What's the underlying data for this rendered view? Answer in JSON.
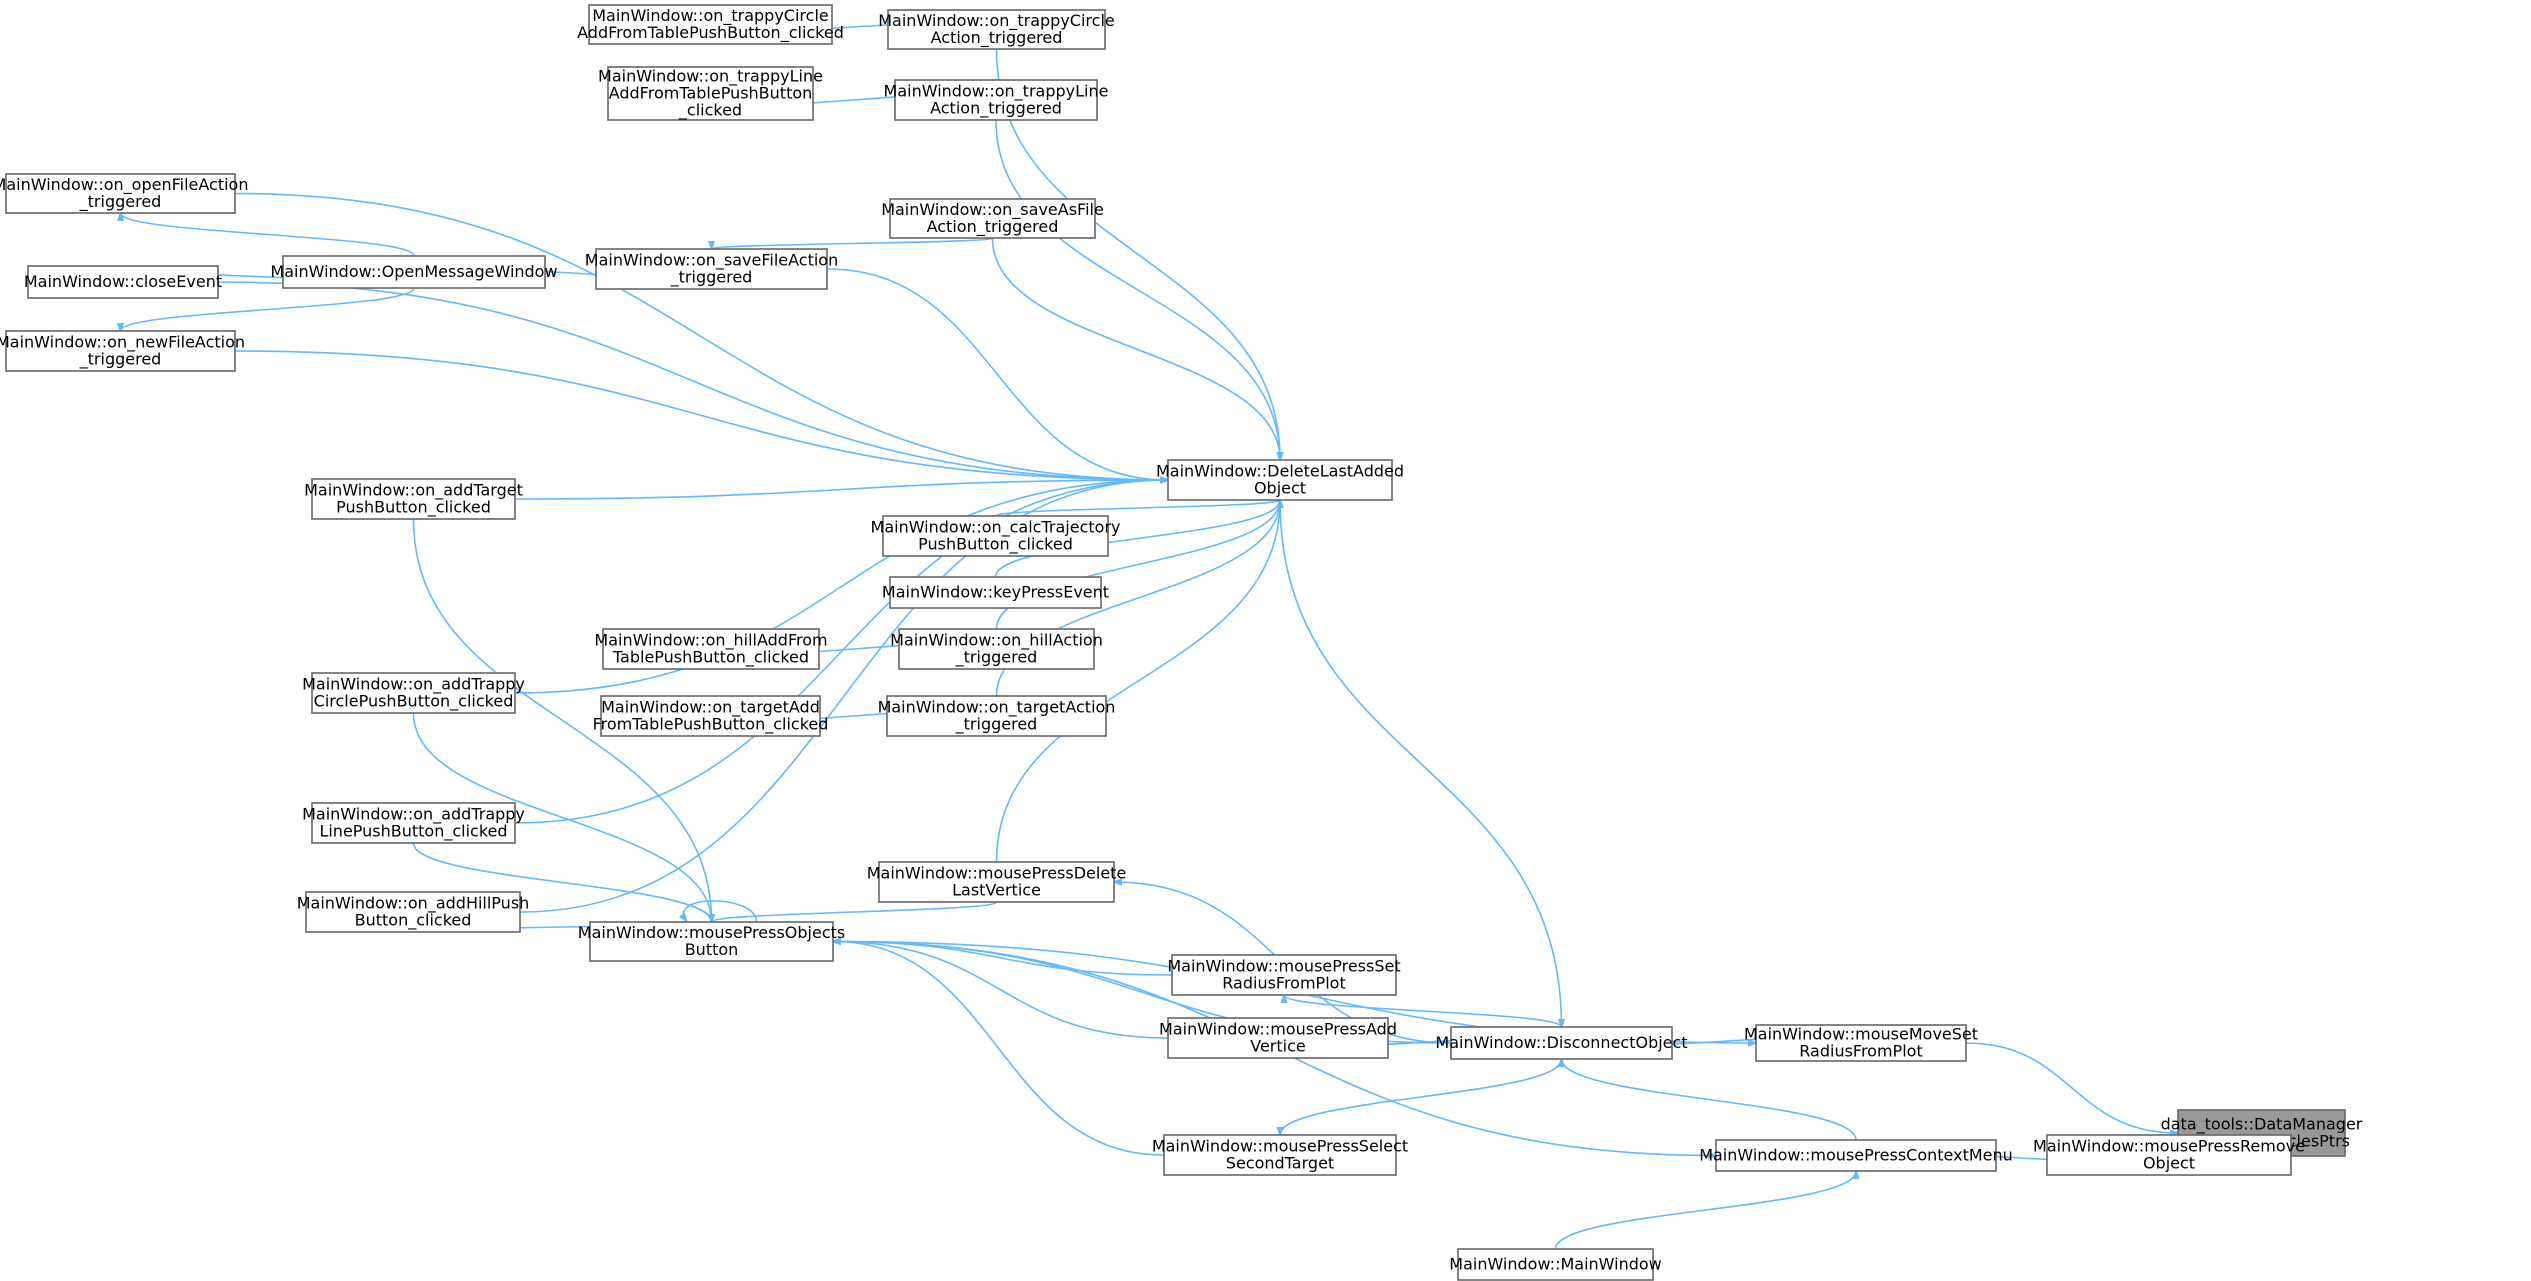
{
  "diagram": {
    "type": "doxygen-caller-graph",
    "nodes": [
      {
        "id": "root",
        "lines": [
          "data_tools::DataManager",
          "::GetTrappyCirclesPtrs"
        ],
        "root": true
      },
      {
        "id": "mmsr",
        "lines": [
          "MainWindow::mouseMoveSet",
          "RadiusFromPlot"
        ]
      },
      {
        "id": "mpro",
        "lines": [
          "MainWindow::mousePressRemove",
          "Object"
        ]
      },
      {
        "id": "do",
        "lines": [
          "MainWindow::DisconnectObject"
        ]
      },
      {
        "id": "mpcm",
        "lines": [
          "MainWindow::mousePressContextMenu"
        ]
      },
      {
        "id": "mw",
        "lines": [
          "MainWindow::MainWindow"
        ]
      },
      {
        "id": "dlao",
        "lines": [
          "MainWindow::DeleteLastAdded",
          "Object"
        ]
      },
      {
        "id": "mpdlv",
        "lines": [
          "MainWindow::mousePressDelete",
          "LastVertice"
        ]
      },
      {
        "id": "mpsr",
        "lines": [
          "MainWindow::mousePressSet",
          "RadiusFromPlot"
        ]
      },
      {
        "id": "mpav",
        "lines": [
          "MainWindow::mousePressAdd",
          "Vertice"
        ]
      },
      {
        "id": "mpsst",
        "lines": [
          "MainWindow::mousePressSelect",
          "SecondTarget"
        ]
      },
      {
        "id": "mpob",
        "lines": [
          "MainWindow::mousePressObjects",
          "Button"
        ]
      },
      {
        "id": "tca",
        "lines": [
          "MainWindow::on_trappyCircle",
          "Action_triggered"
        ]
      },
      {
        "id": "tcab",
        "lines": [
          "MainWindow::on_trappyCircle",
          "AddFromTablePushButton_clicked"
        ]
      },
      {
        "id": "tla",
        "lines": [
          "MainWindow::on_trappyLine",
          "Action_triggered"
        ]
      },
      {
        "id": "tlab",
        "lines": [
          "MainWindow::on_trappyLine",
          "AddFromTablePushButton",
          "_clicked"
        ]
      },
      {
        "id": "ofa",
        "lines": [
          "MainWindow::on_openFileAction",
          "_triggered"
        ]
      },
      {
        "id": "sasa",
        "lines": [
          "MainWindow::on_saveAsFile",
          "Action_triggered"
        ]
      },
      {
        "id": "sfa",
        "lines": [
          "MainWindow::on_saveFileAction",
          "_triggered"
        ]
      },
      {
        "id": "omw",
        "lines": [
          "MainWindow::OpenMessageWindow"
        ]
      },
      {
        "id": "ce",
        "lines": [
          "MainWindow::closeEvent"
        ]
      },
      {
        "id": "nfa",
        "lines": [
          "MainWindow::on_newFileAction",
          "_triggered"
        ]
      },
      {
        "id": "atpb",
        "lines": [
          "MainWindow::on_addTarget",
          "PushButton_clicked"
        ]
      },
      {
        "id": "ctpb",
        "lines": [
          "MainWindow::on_calcTrajectory",
          "PushButton_clicked"
        ]
      },
      {
        "id": "kpe",
        "lines": [
          "MainWindow::keyPressEvent"
        ]
      },
      {
        "id": "ha",
        "lines": [
          "MainWindow::on_hillAction",
          "_triggered"
        ]
      },
      {
        "id": "haft",
        "lines": [
          "MainWindow::on_hillAddFrom",
          "TablePushButton_clicked"
        ]
      },
      {
        "id": "ta",
        "lines": [
          "MainWindow::on_targetAction",
          "_triggered"
        ]
      },
      {
        "id": "taft",
        "lines": [
          "MainWindow::on_targetAdd",
          "FromTablePushButton_clicked"
        ]
      },
      {
        "id": "atc",
        "lines": [
          "MainWindow::on_addTrappy",
          "CirclePushButton_clicked"
        ]
      },
      {
        "id": "atl",
        "lines": [
          "MainWindow::on_addTrappy",
          "LinePushButton_clicked"
        ]
      },
      {
        "id": "ahp",
        "lines": [
          "MainWindow::on_addHillPush",
          "Button_clicked"
        ]
      }
    ],
    "edges": [
      {
        "from": "mmsr",
        "to": "root"
      },
      {
        "from": "mpro",
        "to": "root"
      },
      {
        "from": "do",
        "to": "mmsr"
      },
      {
        "from": "mpcm",
        "to": "mpro"
      },
      {
        "from": "dlao",
        "to": "do"
      },
      {
        "from": "mpcm",
        "to": "do"
      },
      {
        "from": "mw",
        "to": "mpcm"
      },
      {
        "from": "mpob",
        "to": "mpcm"
      },
      {
        "from": "mpob",
        "to": "mmsr"
      },
      {
        "from": "do",
        "to": "mpdlv"
      },
      {
        "from": "do",
        "to": "mpsr"
      },
      {
        "from": "do",
        "to": "mpav"
      },
      {
        "from": "mpav",
        "to": "do"
      },
      {
        "from": "do",
        "to": "mpsst"
      },
      {
        "from": "do",
        "to": "mpob"
      },
      {
        "from": "mpdlv",
        "to": "mpob"
      },
      {
        "from": "mpsr",
        "to": "mpob"
      },
      {
        "from": "mpav",
        "to": "mpob"
      },
      {
        "from": "mpsst",
        "to": "mpob"
      },
      {
        "from": "mpob",
        "to": "mpob"
      },
      {
        "from": "tca",
        "to": "dlao"
      },
      {
        "from": "tla",
        "to": "dlao"
      },
      {
        "from": "ofa",
        "to": "dlao"
      },
      {
        "from": "sasa",
        "to": "dlao"
      },
      {
        "from": "sfa",
        "to": "dlao"
      },
      {
        "from": "ce",
        "to": "dlao"
      },
      {
        "from": "nfa",
        "to": "dlao"
      },
      {
        "from": "atpb",
        "to": "dlao"
      },
      {
        "from": "ctpb",
        "to": "dlao"
      },
      {
        "from": "kpe",
        "to": "dlao"
      },
      {
        "from": "ha",
        "to": "dlao"
      },
      {
        "from": "ta",
        "to": "dlao"
      },
      {
        "from": "atc",
        "to": "dlao"
      },
      {
        "from": "atl",
        "to": "dlao"
      },
      {
        "from": "ahp",
        "to": "dlao"
      },
      {
        "from": "mpdlv",
        "to": "dlao"
      },
      {
        "from": "tcab",
        "to": "tca"
      },
      {
        "from": "tlab",
        "to": "tla"
      },
      {
        "from": "omw",
        "to": "ofa"
      },
      {
        "from": "omw",
        "to": "ce"
      },
      {
        "from": "omw",
        "to": "nfa"
      },
      {
        "from": "sfa",
        "to": "omw"
      },
      {
        "from": "sasa",
        "to": "sfa"
      },
      {
        "from": "haft",
        "to": "ha"
      },
      {
        "from": "taft",
        "to": "ta"
      },
      {
        "from": "atpb",
        "to": "mpob"
      },
      {
        "from": "atc",
        "to": "mpob"
      },
      {
        "from": "atl",
        "to": "mpob"
      },
      {
        "from": "ahp",
        "to": "mpob"
      }
    ],
    "colors": {
      "edge": "#63b8ff",
      "node_border": "#666666",
      "node_fill": "#ffffff",
      "root_fill": "#999999"
    }
  }
}
